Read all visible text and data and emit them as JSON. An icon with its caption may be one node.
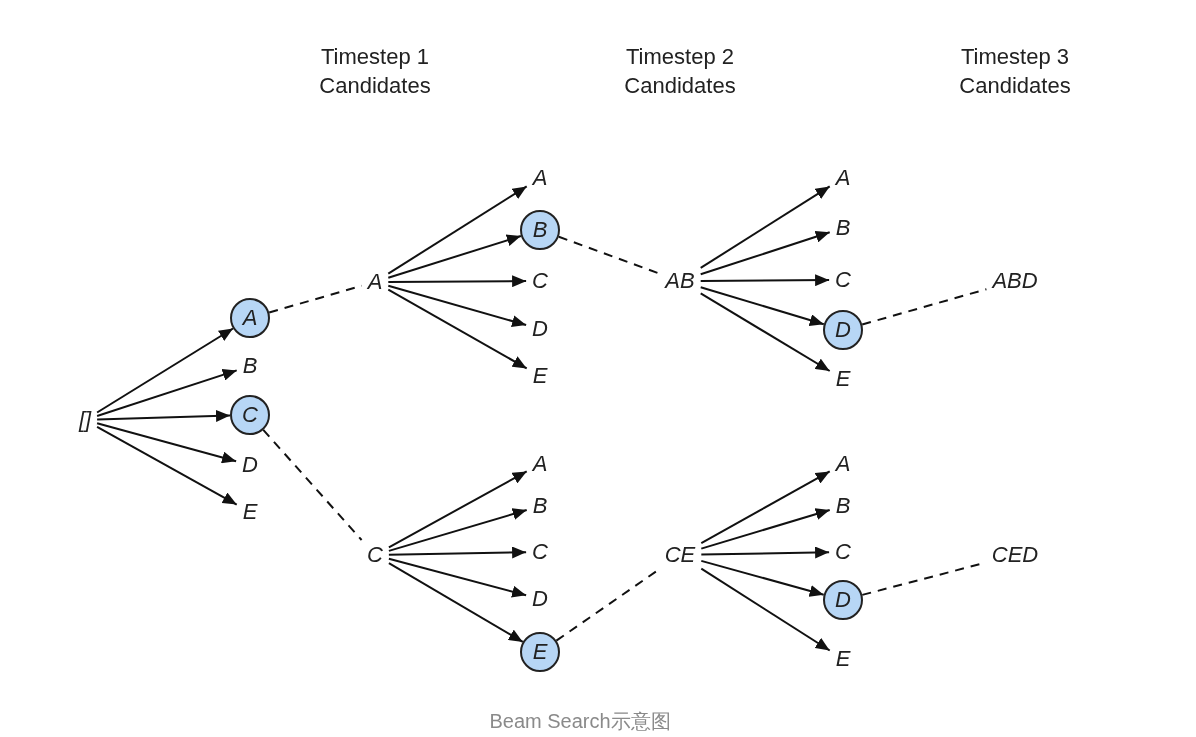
{
  "diagram": {
    "caption": "Beam Search示意图",
    "nodes": [
      {
        "text": [
          "[]"
        ]
      },
      {
        "text": [
          "A"
        ]
      },
      {
        "text": [
          "B"
        ]
      },
      {
        "text": [
          "C"
        ]
      },
      {
        "text": [
          "D"
        ]
      },
      {
        "text": [
          "E"
        ]
      },
      {
        "text": [
          "A"
        ]
      },
      {
        "text": [
          "C"
        ]
      },
      {
        "text": [
          "A"
        ]
      },
      {
        "text": [
          "B"
        ]
      },
      {
        "text": [
          "C"
        ]
      },
      {
        "text": [
          "D"
        ]
      },
      {
        "text": [
          "E"
        ]
      },
      {
        "text": [
          "A"
        ]
      },
      {
        "text": [
          "B"
        ]
      },
      {
        "text": [
          "C"
        ]
      },
      {
        "text": [
          "D"
        ]
      },
      {
        "text": [
          "E"
        ]
      },
      {
        "text": [
          "AB"
        ]
      },
      {
        "text": [
          "CE"
        ]
      },
      {
        "text": [
          "A"
        ]
      },
      {
        "text": [
          "B"
        ]
      },
      {
        "text": [
          "C"
        ]
      },
      {
        "text": [
          "D"
        ]
      },
      {
        "text": [
          "E"
        ]
      },
      {
        "text": [
          "A"
        ]
      },
      {
        "text": [
          "B"
        ]
      },
      {
        "text": [
          "C"
        ]
      },
      {
        "text": [
          "D"
        ]
      },
      {
        "text": [
          "E"
        ]
      },
      {
        "text": [
          "ABD"
        ]
      },
      {
        "text": [
          "CED"
        ]
      }
    ],
    "edges": [
      {
        "from": 0,
        "to": 1,
        "arrow": "to"
      },
      {
        "from": 0,
        "to": 2,
        "arrow": "to"
      },
      {
        "from": 0,
        "to": 3,
        "arrow": "to"
      },
      {
        "from": 0,
        "to": 4,
        "arrow": "to"
      },
      {
        "from": 0,
        "to": 5,
        "arrow": "to"
      },
      {
        "from": 1,
        "to": 6,
        "arrow": "none",
        "style": "dashed"
      },
      {
        "from": 3,
        "to": 7,
        "arrow": "none",
        "style": "dashed"
      },
      {
        "from": 6,
        "to": 8,
        "arrow": "to"
      },
      {
        "from": 6,
        "to": 9,
        "arrow": "to"
      },
      {
        "from": 6,
        "to": 10,
        "arrow": "to"
      },
      {
        "from": 6,
        "to": 11,
        "arrow": "to"
      },
      {
        "from": 6,
        "to": 12,
        "arrow": "to"
      },
      {
        "from": 7,
        "to": 13,
        "arrow": "to"
      },
      {
        "from": 7,
        "to": 14,
        "arrow": "to"
      },
      {
        "from": 7,
        "to": 15,
        "arrow": "to"
      },
      {
        "from": 7,
        "to": 16,
        "arrow": "to"
      },
      {
        "from": 7,
        "to": 17,
        "arrow": "to"
      },
      {
        "from": 9,
        "to": 18,
        "arrow": "none",
        "style": "dashed"
      },
      {
        "from": 17,
        "to": 19,
        "arrow": "none",
        "style": "dashed"
      },
      {
        "from": 18,
        "to": 20,
        "arrow": "to"
      },
      {
        "from": 18,
        "to": 21,
        "arrow": "to"
      },
      {
        "from": 18,
        "to": 22,
        "arrow": "to"
      },
      {
        "from": 18,
        "to": 23,
        "arrow": "to"
      },
      {
        "from": 18,
        "to": 24,
        "arrow": "to"
      },
      {
        "from": 19,
        "to": 25,
        "arrow": "to"
      },
      {
        "from": 19,
        "to": 26,
        "arrow": "to"
      },
      {
        "from": 19,
        "to": 27,
        "arrow": "to"
      },
      {
        "from": 19,
        "to": 28,
        "arrow": "to"
      },
      {
        "from": 19,
        "to": 29,
        "arrow": "to"
      },
      {
        "from": 23,
        "to": 30,
        "arrow": "none",
        "style": "dashed"
      },
      {
        "from": 28,
        "to": 31,
        "arrow": "none",
        "style": "dashed"
      }
    ],
    "labels": [
      "Timestep 1 Candidates",
      "Timestep 2 Candidates",
      "Timestep 3 Candidates"
    ]
  }
}
